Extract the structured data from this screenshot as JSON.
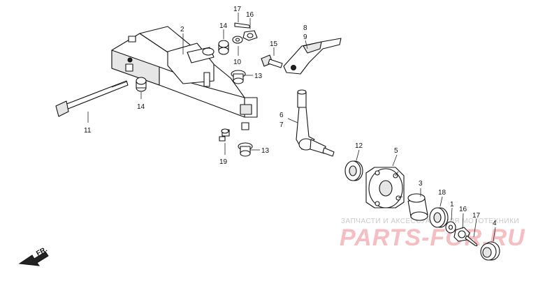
{
  "diagram": {
    "callouts": {
      "p1": "1",
      "p2": "2",
      "p3": "3",
      "p4": "4",
      "p5": "5",
      "p6": "6",
      "p7": "7",
      "p8": "8",
      "p9": "9",
      "p10": "10",
      "p11": "11",
      "p12": "12",
      "p13a": "13",
      "p13b": "13",
      "p14a": "14",
      "p14b": "14",
      "p15": "15",
      "p16a": "16",
      "p16b": "16",
      "p17a": "17",
      "p17b": "17",
      "p18": "18",
      "p19": "19"
    },
    "direction_label": "FR."
  },
  "watermark": {
    "tagline": "ЗАПЧАСТИ И АКСЕССУАРЫ ДЛЯ МОТОТЕХНИКИ",
    "brand": "PARTS-FOR.RU",
    "color": "#f3b3b8"
  }
}
